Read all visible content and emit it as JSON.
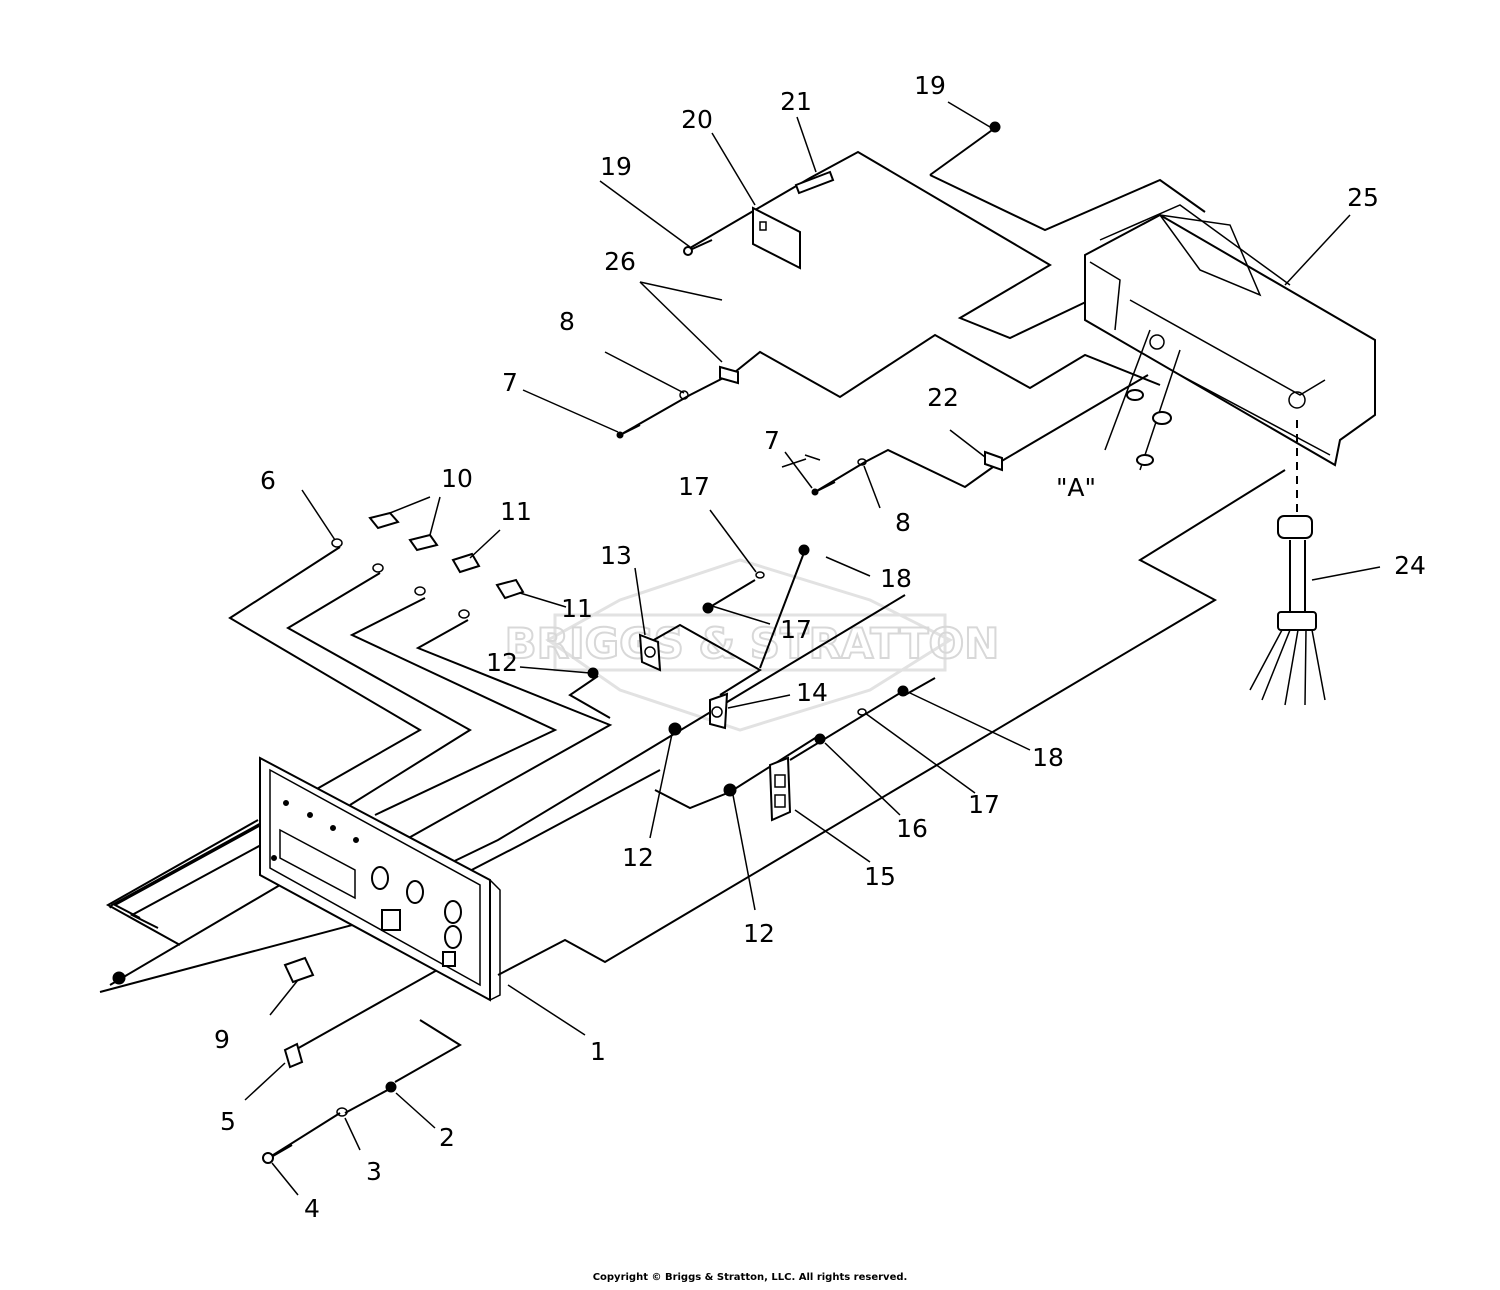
{
  "watermark": {
    "text": "BRIGGS & STRATTON"
  },
  "labels": {
    "l1": "1",
    "l2": "2",
    "l3": "3",
    "l4": "4",
    "l5": "5",
    "l6": "6",
    "l7a": "7",
    "l7b": "7",
    "l8a": "8",
    "l8b": "8",
    "l9": "9",
    "l10": "10",
    "l11a": "11",
    "l11b": "11",
    "l12a": "12",
    "l12b": "12",
    "l12c": "12",
    "l13": "13",
    "l14": "14",
    "l15": "15",
    "l16": "16",
    "l17a": "17",
    "l17b": "17",
    "l17c": "17",
    "l18a": "18",
    "l18b": "18",
    "l19a": "19",
    "l19b": "19",
    "l20": "20",
    "l21": "21",
    "l22": "22",
    "l24": "24",
    "l25": "25",
    "l26": "26",
    "detailA": "\"A\""
  },
  "copyright": "Copyright © Briggs & Stratton, LLC. All rights reserved."
}
